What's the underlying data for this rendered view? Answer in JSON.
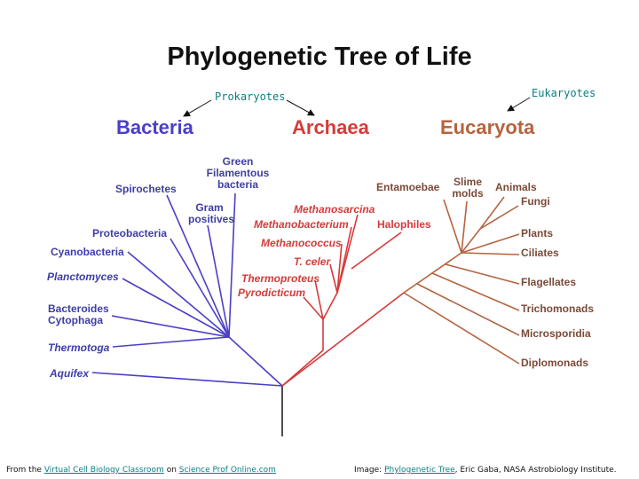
{
  "title": "Phylogenetic Tree of Life",
  "annotations": {
    "prokaryotes": "Prokaryotes",
    "eukaryotes": "Eukaryotes"
  },
  "domains": {
    "bacteria": "Bacteria",
    "archaea": "Archaea",
    "eucaryota": "Eucaryota"
  },
  "colors": {
    "bacteria": "#4b3fc6",
    "archaea": "#d63a3a",
    "eucaryota": "#b5643f",
    "root": "#222222",
    "link": "#0a7f7f"
  },
  "bacteria_labels": {
    "green_filamentous": [
      "Green",
      "Filamentous",
      "bacteria"
    ],
    "spirochetes": "Spirochetes",
    "gram_positives": [
      "Gram",
      "positives"
    ],
    "proteobacteria": "Proteobacteria",
    "cyanobacteria": "Cyanobacteria",
    "planctomyces": "Planctomyces",
    "bacteroides": [
      "Bacteroides",
      "Cytophaga"
    ],
    "thermotoga": "Thermotoga",
    "aquifex": "Aquifex"
  },
  "archaea_labels": {
    "methanosarcina": "Methanosarcina",
    "methanobacterium": "Methanobacterium",
    "halophiles": "Halophiles",
    "methanococcus": "Methanococcus",
    "t_celer": "T. celer",
    "thermoproteus": "Thermoproteus",
    "pyrodicticum": "Pyrodicticum"
  },
  "eucaryota_labels": {
    "entamoebae": "Entamoebae",
    "slime_molds": [
      "Slime",
      "molds"
    ],
    "animals": "Animals",
    "fungi": "Fungi",
    "plants": "Plants",
    "ciliates": "Ciliates",
    "flagellates": "Flagellates",
    "trichomonads": "Trichomonads",
    "microsporidia": "Microsporidia",
    "diplomonads": "Diplomonads"
  },
  "footer": {
    "left_prefix": "From the",
    "left_link1": "Virtual Cell Biology Classroom",
    "left_mid": "on",
    "left_link2": "Science Prof Online.com",
    "right_prefix": "Image:",
    "right_link": "Phylogenetic Tree",
    "right_suffix": ", Eric Gaba, NASA Astrobiology Institute."
  }
}
